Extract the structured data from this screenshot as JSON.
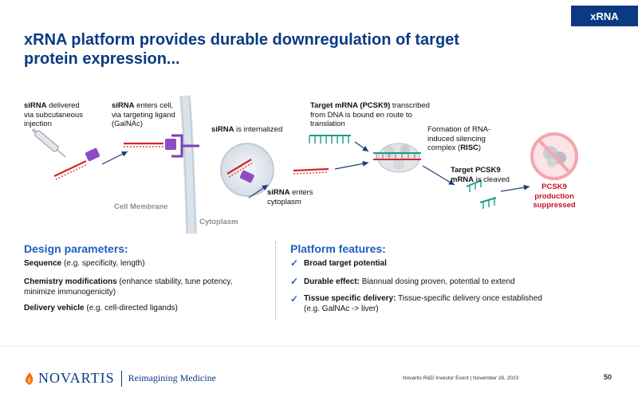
{
  "tag": "xRNA",
  "title_line1": "xRNA platform provides durable downregulation of target",
  "title_line2": "protein expression...",
  "diagram": {
    "step1": {
      "bold": "siRNA",
      "rest": " delivered",
      "line2": "via subcutaneous",
      "line3": "injection"
    },
    "step2": {
      "bold": "siRNA",
      "rest": " enters cell,",
      "line2": "via targeting ligand",
      "line3": "(GalNAc)"
    },
    "step3": {
      "bold": "siRNA",
      "rest": " is internalized"
    },
    "step4": {
      "bold": "siRNA",
      "rest": " enters",
      "line2": "cytoplasm"
    },
    "step5": {
      "bold": "Target mRNA (PCSK9)",
      "rest": " transcribed",
      "line2": "from DNA is bound en route to",
      "line3": "translation"
    },
    "step6": {
      "line1": "Formation of RNA-",
      "line2": "induced silencing",
      "line3_pre": "complex (",
      "line3_bold": "RISC",
      "line3_post": ")"
    },
    "step7": {
      "line1": "Target PCSK9",
      "line2_bold": "mRNA",
      "line2_rest": " is cleaved"
    },
    "cell_membrane": "Cell Membrane",
    "cytoplasm": "Cytoplasm",
    "result_line1": "PCSK9",
    "result_line2": "production",
    "result_line3": "suppressed"
  },
  "design": {
    "title": "Design parameters:",
    "items": [
      {
        "bold": "Sequence",
        "rest": " (e.g. specificity, length)",
        "line2": ""
      },
      {
        "bold": "Chemistry modifications",
        "rest": " (enhance stability, tune potency,",
        "line2": "minimize immunogenicity)"
      },
      {
        "bold": "Delivery vehicle",
        "rest": " (e.g. cell-directed ligands)",
        "line2": ""
      }
    ]
  },
  "platform": {
    "title": "Platform features:",
    "items": [
      {
        "bold": "Broad target potential",
        "rest": "",
        "line2": ""
      },
      {
        "bold": "Durable effect:",
        "rest": " Biannual dosing proven, potential to extend",
        "line2": ""
      },
      {
        "bold": "Tissue specific delivery:",
        "rest": " Tissue-specific delivery once established",
        "line2": "(e.g. GalNAc -> liver)"
      }
    ]
  },
  "footer": {
    "logo": "NOVARTIS",
    "tagline": "Reimagining Medicine",
    "event": "Novartis R&D Investor Event | November 28, 2023",
    "page": "50"
  },
  "colors": {
    "navy": "#0b3a83",
    "blue": "#1f5fbf",
    "red": "#c8102e",
    "teal": "#1a9b8a",
    "purple": "#7b3fb0"
  }
}
